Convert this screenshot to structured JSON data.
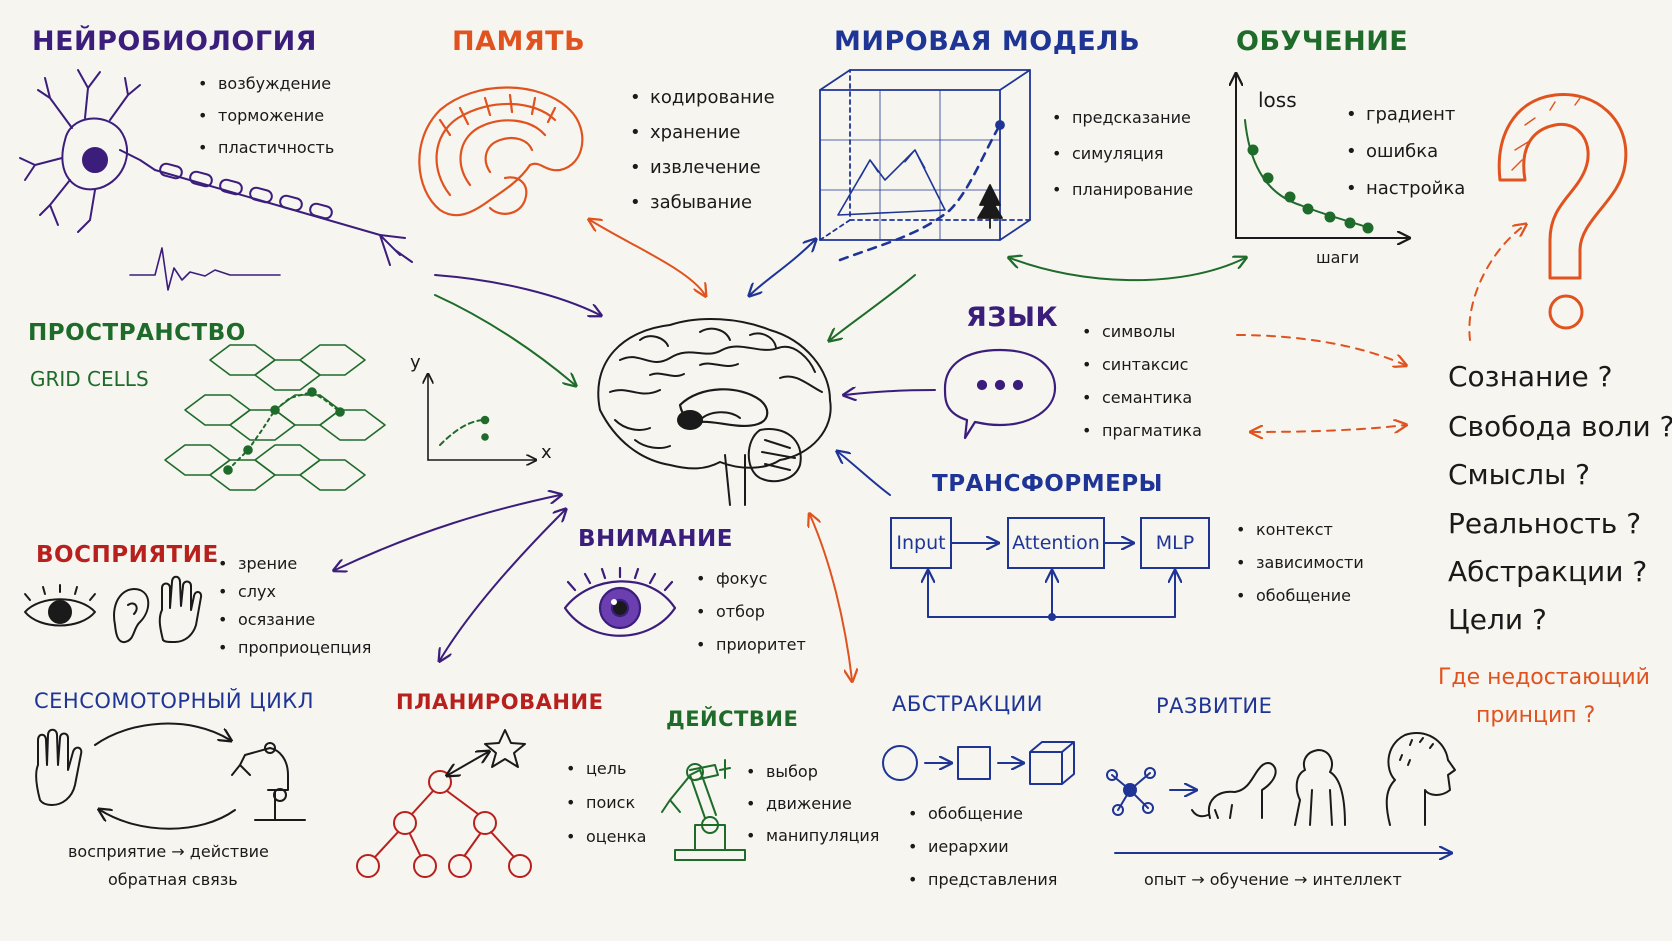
{
  "colors": {
    "purple": "#3b1d7c",
    "orange": "#e0531f",
    "blue": "#1f3596",
    "green": "#1e6b2a",
    "red": "#b8201d",
    "darkred": "#9a1c1c",
    "black": "#1a1a1a"
  },
  "neuro": {
    "title": "НЕЙРОБИОЛОГИЯ",
    "items": [
      "возбуждение",
      "торможение",
      "пластичность"
    ]
  },
  "memory": {
    "title": "ПАМЯТЬ",
    "items": [
      "кодирование",
      "хранение",
      "извлечение",
      "забывание"
    ]
  },
  "world": {
    "title": "МИРОВАЯ МОДЕЛЬ",
    "items": [
      "предсказание",
      "симуляция",
      "планирование"
    ]
  },
  "learning": {
    "title": "ОБУЧЕНИЕ",
    "ylabel": "loss",
    "xlabel": "шаги",
    "items": [
      "градиент",
      "ошибка",
      "настройка"
    ]
  },
  "space": {
    "title": "ПРОСТРАНСТВО",
    "subtitle": "GRID CELLS",
    "axis_y": "y",
    "axis_x": "x"
  },
  "language": {
    "title": "ЯЗЫК",
    "items": [
      "символы",
      "синтаксис",
      "семантика",
      "прагматика"
    ]
  },
  "transformers": {
    "title": "ТРАНСФОРМЕРЫ",
    "boxes": [
      "Input",
      "Attention",
      "MLP"
    ],
    "items": [
      "контекст",
      "зависимости",
      "обобщение"
    ]
  },
  "perception": {
    "title": "ВОСПРИЯТИЕ",
    "items": [
      "зрение",
      "слух",
      "осязание",
      "проприоцепция"
    ]
  },
  "attention": {
    "title": "ВНИМАНИЕ",
    "items": [
      "фокус",
      "отбор",
      "приоритет"
    ]
  },
  "sensorimotor": {
    "title": "СЕНСОМОТОРНЫЙ ЦИКЛ",
    "caption1": "восприятие → действие",
    "caption2": "обратная связь"
  },
  "planning": {
    "title": "ПЛАНИРОВАНИЕ",
    "items": [
      "цель",
      "поиск",
      "оценка"
    ]
  },
  "action": {
    "title": "ДЕЙСТВИЕ",
    "items": [
      "выбор",
      "движение",
      "манипуляция"
    ]
  },
  "abstractions": {
    "title": "АБСТРАКЦИИ",
    "items": [
      "обобщение",
      "иерархии",
      "представления"
    ]
  },
  "development": {
    "title": "РАЗВИТИЕ",
    "caption": "опыт → обучение → интеллект"
  },
  "questions": {
    "items": [
      "Сознание ?",
      "Свобода воли ?",
      "Смыслы ?",
      "Реальность ?",
      "Абстракции ?",
      "Цели ?"
    ],
    "closing": [
      "Где недостающий",
      "принцип ?"
    ]
  }
}
